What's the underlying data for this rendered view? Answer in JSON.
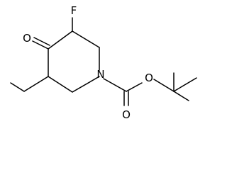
{
  "molecule": {
    "atoms": {
      "fluorine": "F",
      "ketone_oxygen": "O",
      "ring_nitrogen": "N",
      "carbonyl_oxygen": "O",
      "ester_oxygen": "O"
    },
    "colors": {
      "bond": "#000000",
      "label": "#000000",
      "background": "#ffffff"
    }
  }
}
